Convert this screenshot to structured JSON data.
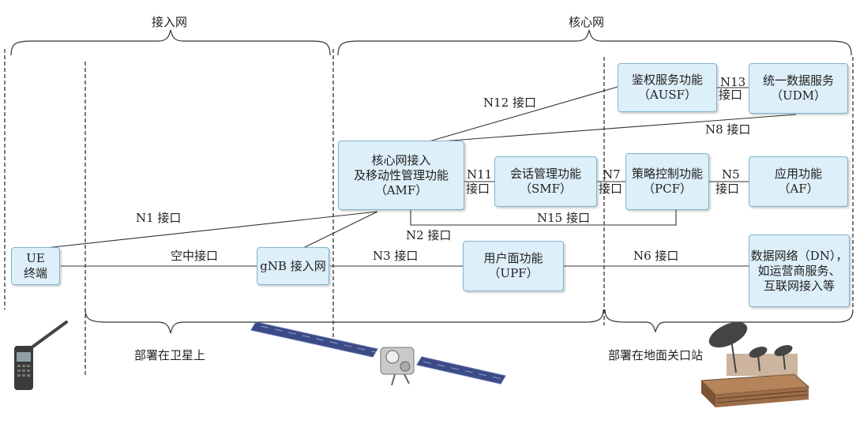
{
  "regions": {
    "access_network": "接入网",
    "core_network": "核心网",
    "deployed_on_satellite": "部署在卫星上",
    "deployed_ground_gateway": "部署在地面关口站"
  },
  "nodes": {
    "ue": {
      "line1": "UE",
      "line2": "终端"
    },
    "gnb": {
      "line1": "gNB 接入网"
    },
    "amf": {
      "line1": "核心网接入",
      "line2": "及移动性管理功能",
      "line3": "（AMF）"
    },
    "smf": {
      "line1": "会话管理功能",
      "line2": "（SMF）"
    },
    "pcf": {
      "line1": "策略控制功能",
      "line2": "（PCF）"
    },
    "af": {
      "line1": "应用功能",
      "line2": "（AF）"
    },
    "ausf": {
      "line1": "鉴权服务功能",
      "line2": "（AUSF）"
    },
    "udm": {
      "line1": "统一数据服务",
      "line2": "（UDM）"
    },
    "upf": {
      "line1": "用户面功能",
      "line2": "（UPF）"
    },
    "dn": {
      "line1": "数据网络（DN），",
      "line2": "如运营商服务、",
      "line3": "互联网接入等"
    }
  },
  "interfaces": {
    "n1": "N1 接口",
    "n2": "N2 接口",
    "n3": "N3 接口",
    "n5a": "N5",
    "n5b": "接口",
    "n6": "N6 接口",
    "n7a": "N7",
    "n7b": "接口",
    "n8": "N8 接口",
    "n11a": "N11",
    "n11b": "接口",
    "n12": "N12 接口",
    "n13a": "N13",
    "n13b": "接口",
    "n15": "N15 接口",
    "air": "空中接口"
  },
  "colors": {
    "box_fill": "#ddeff8",
    "box_border": "#7fb3cf",
    "line": "#333333"
  },
  "icons": [
    "mobile-phone-icon",
    "satellite-icon",
    "ground-station-icon"
  ]
}
